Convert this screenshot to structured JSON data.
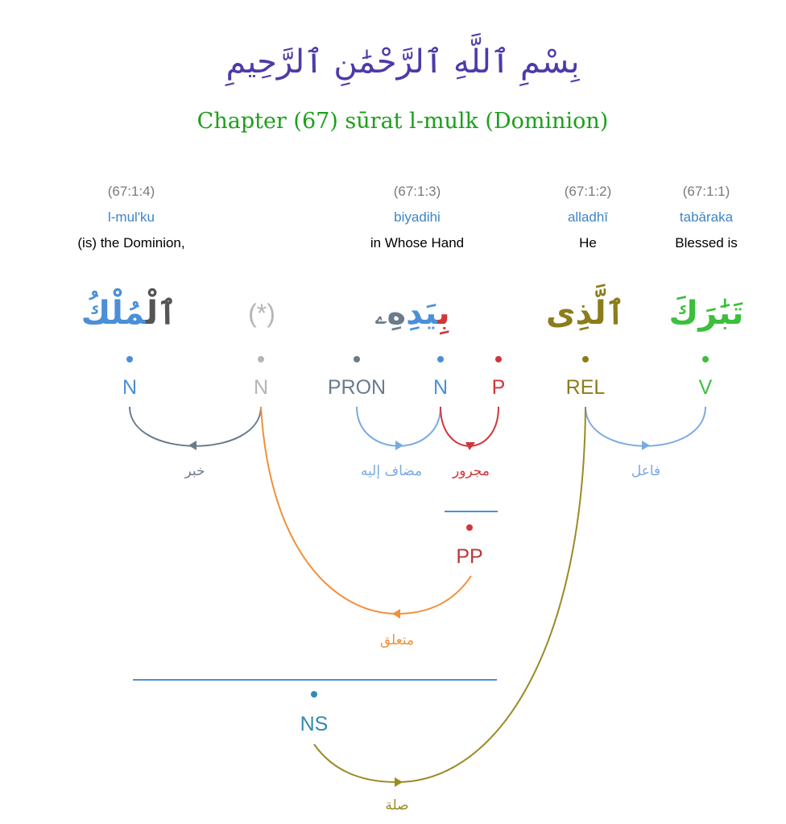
{
  "header": {
    "basmala": "بِسْمِ ٱللَّهِ ٱلرَّحْمَٰنِ ٱلرَّحِيمِ",
    "chapter_title": "Chapter (67) sūrat l-mulk (Dominion)"
  },
  "words": [
    {
      "location": "(67:1:4)",
      "translit": "l-mul'ku",
      "translation": "(is) the Dominion,",
      "arabic_prefix": "ٱلْ",
      "arabic_stem": "مُلْكُ"
    },
    {
      "location": "(67:1:3)",
      "translit": "biyadihi",
      "translation": "in Whose Hand",
      "arabic_p": "بِ",
      "arabic_n": "يَدِ",
      "arabic_pron": "هِۦ"
    },
    {
      "location": "(67:1:2)",
      "translit": "alladhī",
      "translation": "He",
      "arabic": "ٱلَّذِى"
    },
    {
      "location": "(67:1:1)",
      "translit": "tabāraka",
      "translation": "Blessed is",
      "arabic": "تَبَٰرَكَ"
    }
  ],
  "hidden_word": "(*)",
  "nodes": {
    "n_mulk": "N",
    "n_hidden": "N",
    "pron": "PRON",
    "n_yad": "N",
    "p": "P",
    "rel": "REL",
    "v": "V",
    "pp": "PP",
    "ns": "NS"
  },
  "relations": {
    "khabar": "خبر",
    "mudaf_ilayhi": "مضاف إليه",
    "majrur": "مجرور",
    "fail": "فاعل",
    "mutaalliq": "متعلق",
    "sila": "صلة"
  },
  "colors": {
    "title": "#1aa01a",
    "basmala": "#4b3ca8",
    "noun": "#4a8fd8",
    "hidden": "#b5b5b5",
    "pron": "#6b7b8c",
    "prep": "#d0363a",
    "rel": "#8b7d1a",
    "verb": "#3cbf3c",
    "orange": "#f29038",
    "ns": "#2e8bb0"
  }
}
